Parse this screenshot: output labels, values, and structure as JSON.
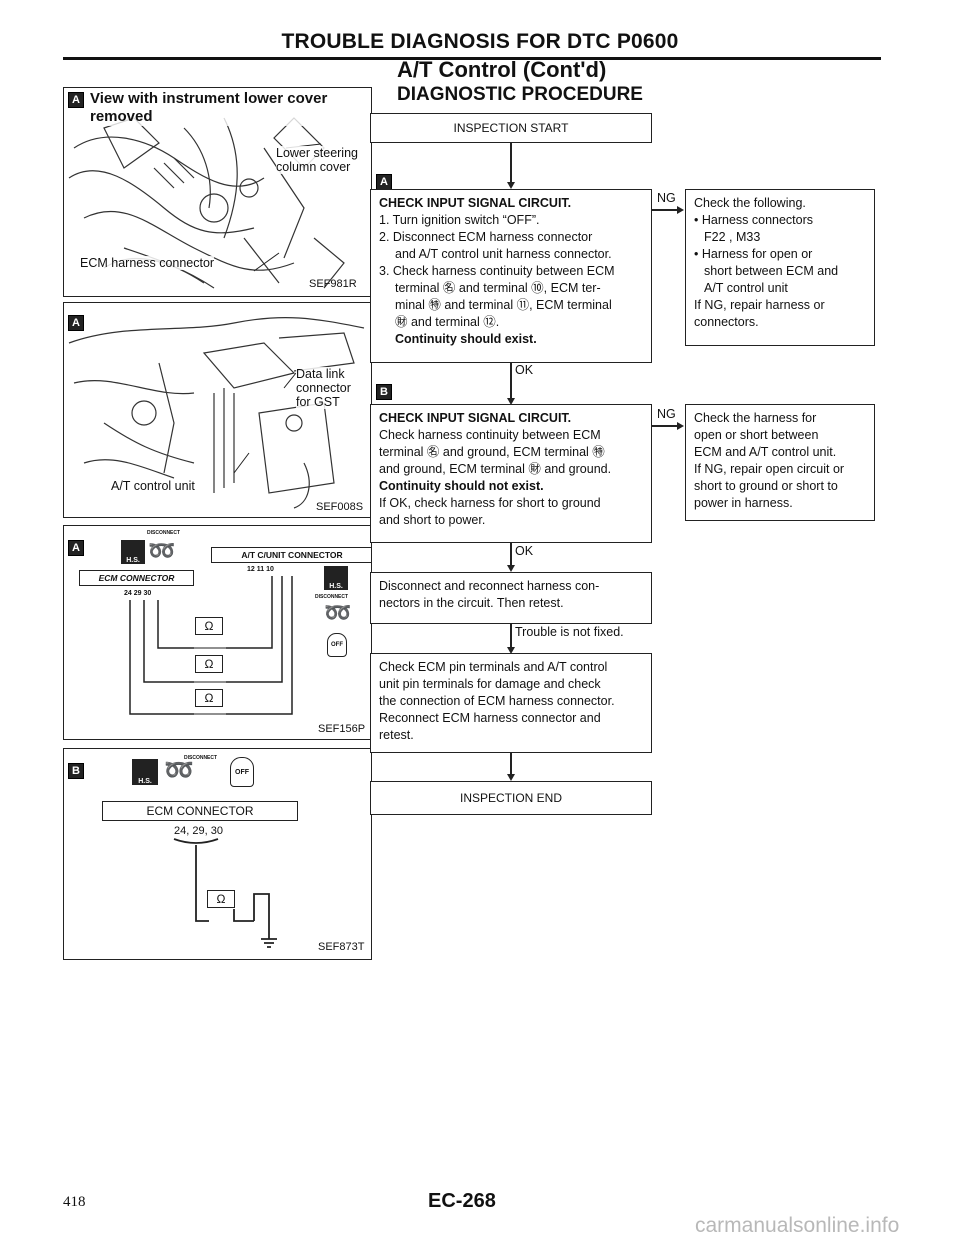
{
  "page": {
    "title": "TROUBLE DIAGNOSIS FOR DTC P0600",
    "subtitle": "A/T Control (Cont'd)",
    "section": "DIAGNOSTIC PROCEDURE",
    "page_code": "EC-268",
    "page_number": "418",
    "watermark": "carmanualsonline.info"
  },
  "figures": {
    "fig1": {
      "tag": "A",
      "caption": "View with instrument lower cover removed",
      "label_steering": "Lower steering column cover",
      "label_ecm": "ECM harness connector",
      "ref": "SEF981R"
    },
    "fig2": {
      "tag": "A",
      "label_dlc": "Data link connector for GST",
      "label_atcu": "A/T control unit",
      "ref": "SEF008S"
    },
    "fig3": {
      "tag": "A",
      "disconnect": "DISCONNECT",
      "hs": "H.S.",
      "atcu_connector": "A/T C/UNIT  CONNECTOR",
      "atcu_pins": "12  11  10",
      "ecm_connector": "ECM  CONNECTOR",
      "ecm_pins": "24  29  30",
      "ohm": "Ω",
      "off": "OFF",
      "ref": "SEF156P"
    },
    "fig4": {
      "tag": "B",
      "disconnect": "DISCONNECT",
      "hs": "H.S.",
      "ecm_connector": "ECM  CONNECTOR",
      "ecm_pins": "24, 29, 30",
      "ohm": "Ω",
      "off": "OFF",
      "ref": "SEF873T"
    }
  },
  "flow": {
    "start": "INSPECTION START",
    "step1": {
      "tag": "A",
      "heading": "CHECK INPUT SIGNAL CIRCUIT.",
      "lines": [
        "1. Turn ignition switch “OFF”.",
        "2. Disconnect ECM harness connector",
        "and A/T control unit harness connector.",
        "3. Check harness continuity between ECM",
        "terminal ㊔ and terminal ⑩, ECM ter-",
        "minal ㊕ and terminal ⑪, ECM terminal",
        "㊖ and terminal ⑫."
      ],
      "result": "Continuity should exist.",
      "ng": "NG",
      "ok": "OK"
    },
    "ng1": {
      "lines": [
        "Check the following.",
        "• Harness connectors",
        "F22 , M33",
        "• Harness for open or",
        "short between ECM and",
        "A/T control unit",
        "If NG, repair harness or",
        "connectors."
      ]
    },
    "step2": {
      "tag": "B",
      "heading": "CHECK INPUT SIGNAL CIRCUIT.",
      "lines": [
        "Check harness continuity between ECM",
        "terminal ㊔ and ground, ECM terminal ㊕",
        "and ground, ECM terminal ㊖ and ground."
      ],
      "result": "Continuity should not exist.",
      "after": [
        "If OK, check harness for short to ground",
        "and short to power."
      ],
      "ng": "NG",
      "ok": "OK"
    },
    "ng2": {
      "lines": [
        "Check the harness for",
        "open or short between",
        "ECM and A/T control unit.",
        "If NG, repair open circuit or",
        "short to ground or short to",
        "power in harness."
      ]
    },
    "step3": {
      "lines": [
        "Disconnect and reconnect harness con-",
        "nectors in the circuit. Then retest."
      ],
      "trouble": "Trouble is not fixed."
    },
    "step4": {
      "lines": [
        "Check ECM pin terminals and A/T control",
        "unit pin terminals for damage and check",
        "the connection of ECM harness connector.",
        "Reconnect ECM harness connector and",
        "retest."
      ]
    },
    "end": "INSPECTION END"
  }
}
